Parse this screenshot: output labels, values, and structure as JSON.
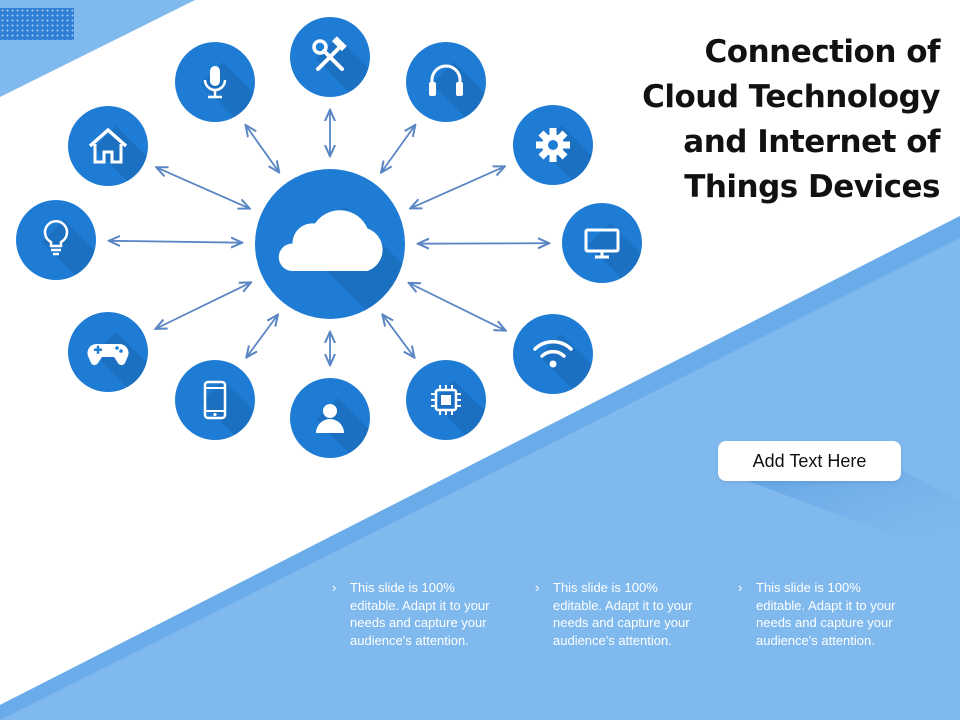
{
  "title": {
    "lines": [
      "Connection of",
      "Cloud Technology",
      "and Internet of",
      "Things Devices"
    ]
  },
  "callout": {
    "label": "Add Text Here"
  },
  "bullets": [
    {
      "marker": "›",
      "text": "This slide is 100% editable. Adapt it to your needs and capture your audience's attention."
    },
    {
      "marker": "›",
      "text": "This slide is 100% editable. Adapt it to your needs and capture your audience's attention."
    },
    {
      "marker": "›",
      "text": "This slide is 100% editable. Adapt it to your needs and capture your audience's attention."
    }
  ],
  "diagram": {
    "center": {
      "icon": "cloud-icon"
    },
    "nodes": [
      {
        "icon": "microphone-icon"
      },
      {
        "icon": "tools-icon"
      },
      {
        "icon": "headphones-icon"
      },
      {
        "icon": "gear-icon"
      },
      {
        "icon": "monitor-icon"
      },
      {
        "icon": "wifi-icon"
      },
      {
        "icon": "chip-icon"
      },
      {
        "icon": "user-icon"
      },
      {
        "icon": "smartphone-icon"
      },
      {
        "icon": "gamepad-icon"
      },
      {
        "icon": "lightbulb-icon"
      },
      {
        "icon": "home-icon"
      }
    ]
  },
  "colors": {
    "circle": "#1f7cd4",
    "circle_shadow": "#1866b3",
    "arrow": "#5a86c4",
    "band_light": "#7fb9ee",
    "band_mid": "#5fa4e6",
    "text_dark": "#111111",
    "text_light": "#ffffff"
  }
}
